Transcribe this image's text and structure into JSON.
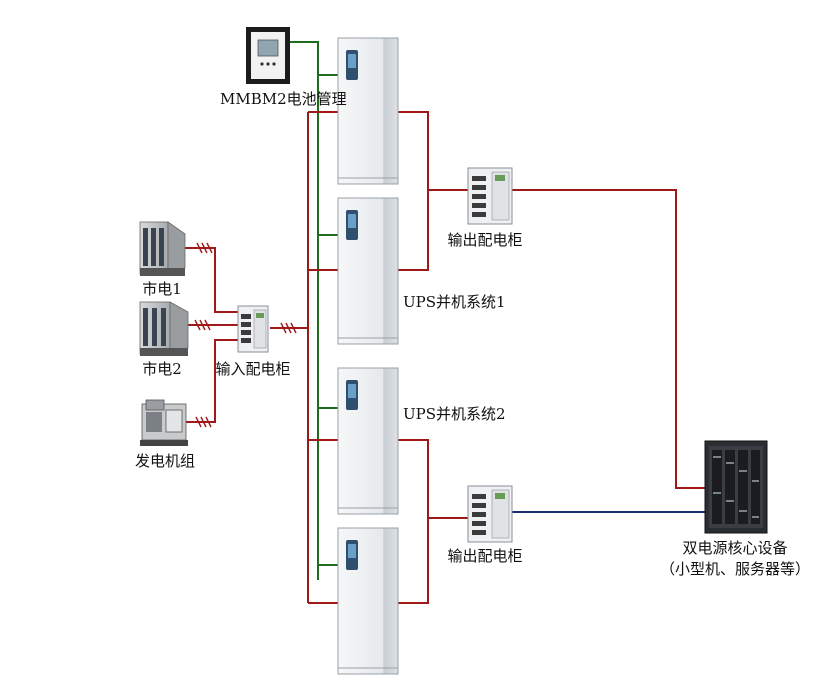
{
  "labels": {
    "battery_mgmt": "MMBM2电池管理",
    "mains1": "市电1",
    "mains2": "市电2",
    "generator": "发电机组",
    "input_cabinet": "输入配电柜",
    "ups_system1": "UPS并机系统1",
    "ups_system2": "UPS并机系统2",
    "output_cabinet1": "输出配电柜",
    "output_cabinet2": "输出配电柜",
    "core_equipment_line1": "双电源核心设备",
    "core_equipment_line2": "（小型机、服务器等）"
  },
  "colors": {
    "power_line": "#a01818",
    "comm_line": "#1e6b1e",
    "blue_line": "#1a2a6e",
    "cabinet_body": "#eef0f2",
    "cabinet_edge": "#8a9098",
    "ups_stripe": "#4a6a8a"
  }
}
